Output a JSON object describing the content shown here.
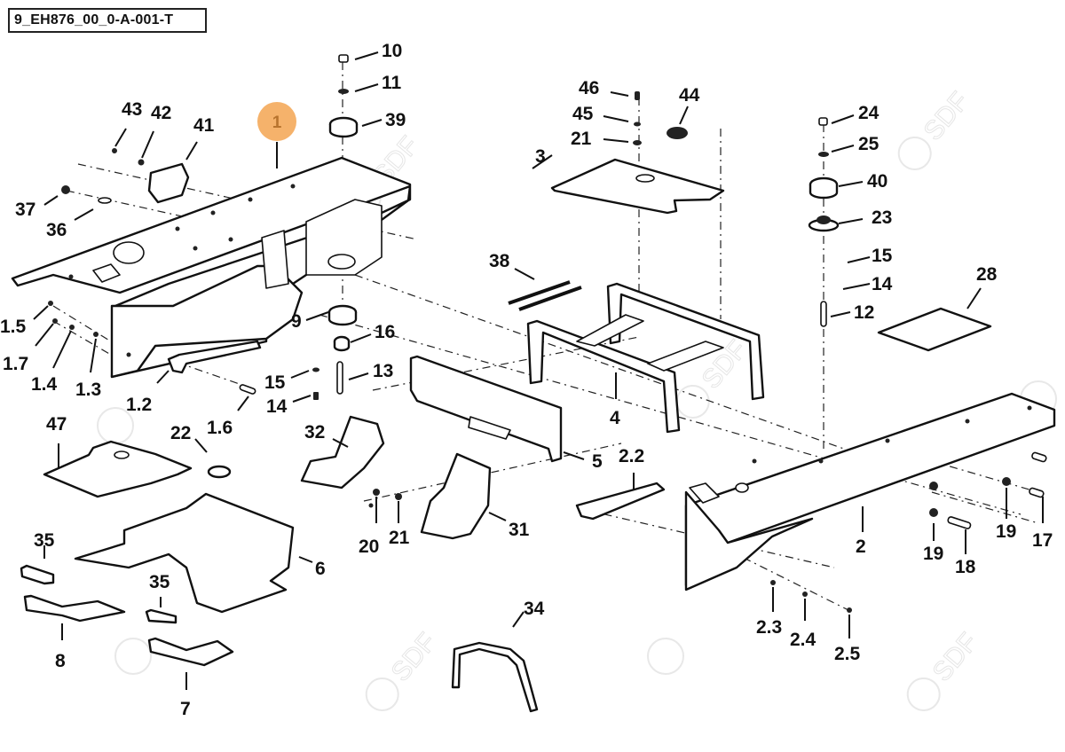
{
  "diagram": {
    "title": "9_EH876_00_0-A-001-T",
    "highlighted_callout": "1",
    "highlight_color": "#F5B26B",
    "highlight_text_color": "#B8742E",
    "watermark_text": "SDF",
    "callouts": {
      "c1": "1",
      "c1_2": "1.2",
      "c1_3": "1.3",
      "c1_4": "1.4",
      "c1_5": "1.5",
      "c1_6": "1.6",
      "c1_7": "1.7",
      "c2": "2",
      "c2_2": "2.2",
      "c2_3": "2.3",
      "c2_4": "2.4",
      "c2_5": "2.5",
      "c3": "3",
      "c4": "4",
      "c5": "5",
      "c6": "6",
      "c7": "7",
      "c8": "8",
      "c9": "9",
      "c10": "10",
      "c11": "11",
      "c12": "12",
      "c13": "13",
      "c14a": "14",
      "c14b": "14",
      "c15a": "15",
      "c15b": "15",
      "c16": "16",
      "c17": "17",
      "c18": "18",
      "c19a": "19",
      "c19b": "19",
      "c20": "20",
      "c21a": "21",
      "c21b": "21",
      "c22": "22",
      "c23": "23",
      "c24": "24",
      "c25": "25",
      "c28": "28",
      "c31": "31",
      "c32": "32",
      "c34": "34",
      "c35a": "35",
      "c35b": "35",
      "c36": "36",
      "c37": "37",
      "c38": "38",
      "c39": "39",
      "c40": "40",
      "c41": "41",
      "c42": "42",
      "c43": "43",
      "c44": "44",
      "c45": "45",
      "c46": "46",
      "c47": "47"
    }
  }
}
